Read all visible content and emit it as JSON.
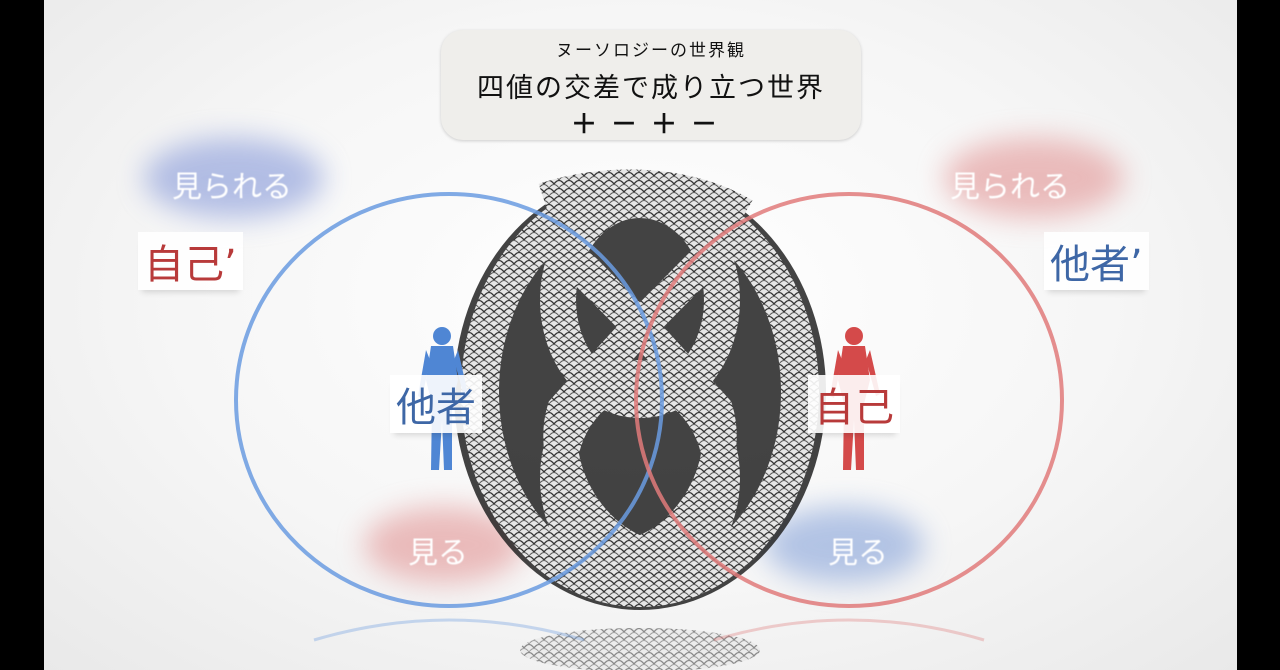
{
  "title": {
    "subtitle": "ヌーソロジーの世界観",
    "main": "四値の交差で成り立つ世界",
    "signs": "＋－＋－"
  },
  "labels": {
    "left_seen": "見られる",
    "right_seen": "見られる",
    "left_see": "見る",
    "right_see": "見る",
    "self_prime": "自己’",
    "other_prime": "他者’",
    "other": "他者",
    "self": "自己"
  },
  "colors": {
    "blue": "#5a8fd6",
    "red": "#d86b6b",
    "blue_text": "#3e67a6",
    "red_text": "#b83a3a"
  },
  "image": {
    "center": "intertwined-serpents-figure",
    "left_figure": "blue-human-figure",
    "right_figure": "red-human-figure"
  }
}
